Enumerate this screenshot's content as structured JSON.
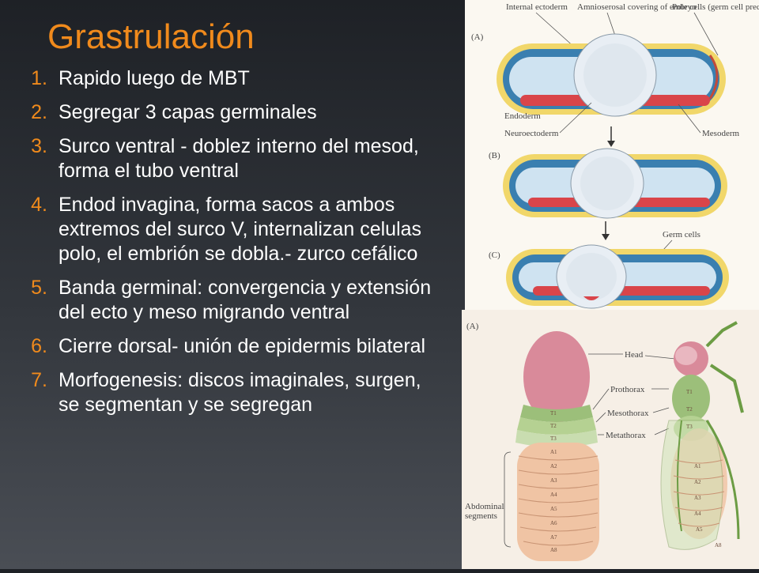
{
  "slide": {
    "title": "Grastrulación",
    "points": [
      {
        "num": "1.",
        "text": "Rapido luego de MBT"
      },
      {
        "num": "2.",
        "text": "Segregar 3 capas germinales"
      },
      {
        "num": "3.",
        "text": "Surco ventral - doblez interno del mesod, forma el tubo ventral"
      },
      {
        "num": "4.",
        "text": "Endod invagina,  forma sacos a ambos extremos del surco V, internalizan celulas polo, el embrión se dobla.- zurco cefálico"
      },
      {
        "num": "5.",
        "text": "Banda germinal: convergencia y extensión del ecto y meso migrando ventral"
      },
      {
        "num": "6.",
        "text": "Cierre dorsal- unión de epidermis bilateral"
      },
      {
        "num": "7.",
        "text": "Morfogenesis: discos imaginales, surgen, se segmentan y se segregan"
      }
    ]
  },
  "figure_top": {
    "labels": {
      "internal_ectoderm": "Internal ectoderm",
      "amnioserosal": "Amnioserosal covering of embryo",
      "pole_cells": "Pole cells (germ cell precursors)",
      "panel_a": "(A)",
      "panel_b": "(B)",
      "panel_c": "(C)",
      "endoderm": "Endoderm",
      "neuroectoderm": "Neuroectoderm",
      "mesoderm": "Mesoderm",
      "germ_cells": "Germ cells"
    }
  },
  "figure_bottom": {
    "labels": {
      "panel_a": "(A)",
      "head": "Head",
      "prothorax": "Prothorax",
      "mesothorax": "Mesothorax",
      "metathorax": "Metathorax",
      "abdominal": "Abdominal",
      "segments": "segments"
    },
    "segments": [
      "T1",
      "T2",
      "T3",
      "A1",
      "A2",
      "A3",
      "A4",
      "A5",
      "A6",
      "A7",
      "A8"
    ]
  },
  "colors": {
    "title": "#f08a1c",
    "ectoderm_blue": "#3a7fb0",
    "mesoderm_red": "#d9454a",
    "yellow_layer": "#f1d76a",
    "head_pink": "#d98a9a",
    "thorax_green": "#9cbf7a",
    "abdomen_peach": "#f0c4a4"
  }
}
